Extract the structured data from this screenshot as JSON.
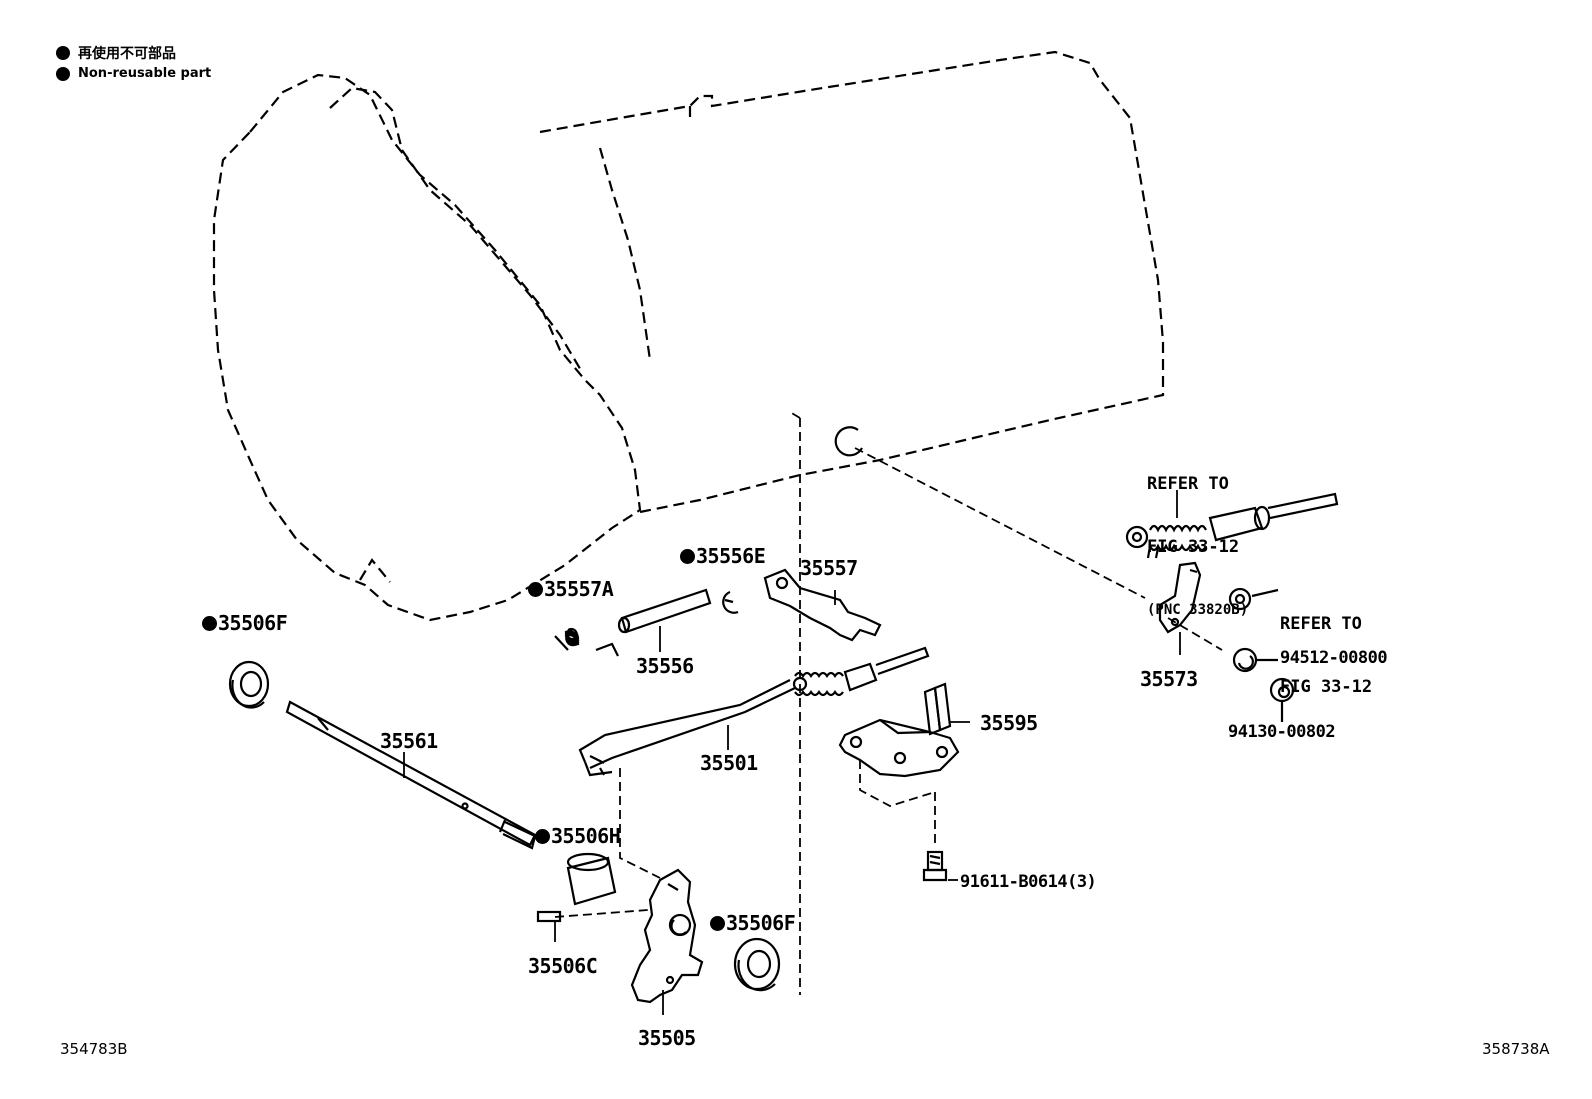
{
  "legend": {
    "non_reusable_jp": "再使用不可部品",
    "non_reusable_en": "Non-reusable part"
  },
  "footer": {
    "left_code": "354783B",
    "right_code": "358738A"
  },
  "parts": {
    "p35506F_top": "35506F",
    "p35561": "35561",
    "p35557A": "35557A",
    "p35556": "35556",
    "p35556E": "35556E",
    "p35557": "35557",
    "p35501": "35501",
    "p35506H": "35506H",
    "p35506C": "35506C",
    "p35505": "35505",
    "p35506F_bottom": "35506F",
    "p35595": "35595",
    "p91611": "91611-B0614(3)",
    "p35573": "35573",
    "p94512": "94512-00800",
    "p94130": "94130-00802"
  },
  "refs": {
    "ref1_line1": "REFER TO",
    "ref1_line2": "FIG 33-12",
    "ref1_line3": "(PNC 33820B)",
    "ref2_line1": "REFER TO",
    "ref2_line2": "FIG 33-12"
  }
}
